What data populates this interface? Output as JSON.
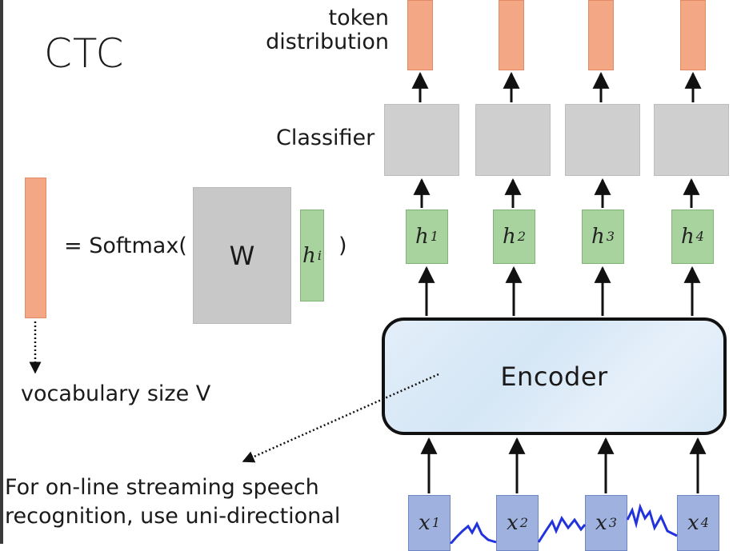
{
  "slide": {
    "title": "CTC",
    "token_label_line1": "token",
    "token_label_line2": "distribution",
    "classifier_label": "Classifier",
    "softmax_prefix": "= Softmax(",
    "softmax_suffix": ")",
    "w_label": "W",
    "hi_base": "h",
    "hi_sup": "i",
    "vocab_label": "vocabulary size V",
    "encoder_label": "Encoder",
    "note_line1": "For on-line streaming speech",
    "note_line2": "recognition, use uni-directional",
    "hidden": [
      {
        "base": "h",
        "sup": "1"
      },
      {
        "base": "h",
        "sup": "2"
      },
      {
        "base": "h",
        "sup": "3"
      },
      {
        "base": "h",
        "sup": "4"
      }
    ],
    "inputs": [
      {
        "base": "x",
        "sup": "1"
      },
      {
        "base": "x",
        "sup": "2"
      },
      {
        "base": "x",
        "sup": "3"
      },
      {
        "base": "x",
        "sup": "4"
      }
    ]
  },
  "colors": {
    "output_bar": "#f4a784",
    "classifier": "#cfcfcf",
    "hidden": "#a9d39e",
    "input": "#9fb2df",
    "waveform": "#2233dd"
  }
}
